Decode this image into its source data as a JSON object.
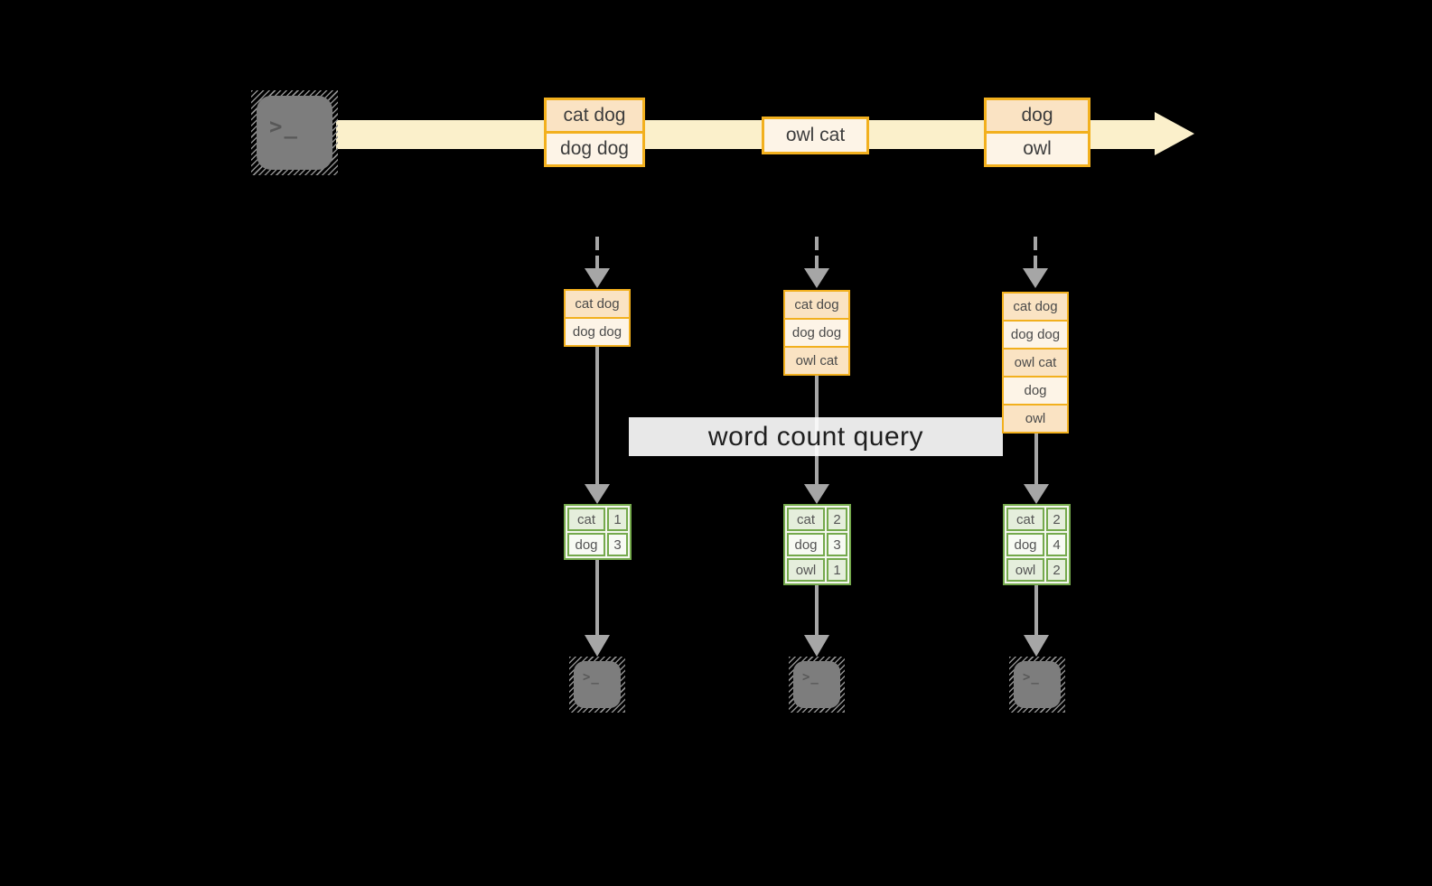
{
  "terminal_prompt": ">_",
  "overlay_label": "word count query",
  "stream": {
    "batches": [
      {
        "rows": [
          "cat dog",
          "dog dog"
        ]
      },
      {
        "rows": [
          "owl cat"
        ]
      },
      {
        "rows": [
          "dog",
          "owl"
        ]
      }
    ]
  },
  "columns": [
    {
      "buffer": [
        "cat dog",
        "dog dog"
      ],
      "counts": [
        {
          "word": "cat",
          "n": "1"
        },
        {
          "word": "dog",
          "n": "3"
        }
      ]
    },
    {
      "buffer": [
        "cat dog",
        "dog dog",
        "owl cat"
      ],
      "counts": [
        {
          "word": "cat",
          "n": "2"
        },
        {
          "word": "dog",
          "n": "3"
        },
        {
          "word": "owl",
          "n": "1"
        }
      ]
    },
    {
      "buffer": [
        "cat dog",
        "dog dog",
        "owl cat",
        "dog",
        "owl"
      ],
      "counts": [
        {
          "word": "cat",
          "n": "2"
        },
        {
          "word": "dog",
          "n": "4"
        },
        {
          "word": "owl",
          "n": "2"
        }
      ]
    }
  ],
  "colors": {
    "background": "#000000",
    "stream_band": "#FBF0CB",
    "event_border": "#F2B01E",
    "event_fill_dark": "#FAE3C3",
    "event_fill_light": "#FDF4E7",
    "table_border": "#74A94C",
    "table_fill_green": "#E5EEDC",
    "table_fill_white": "#F7FAF3",
    "arrow_gray": "#A6A6A6",
    "terminal_gray": "#7D7D7D"
  }
}
